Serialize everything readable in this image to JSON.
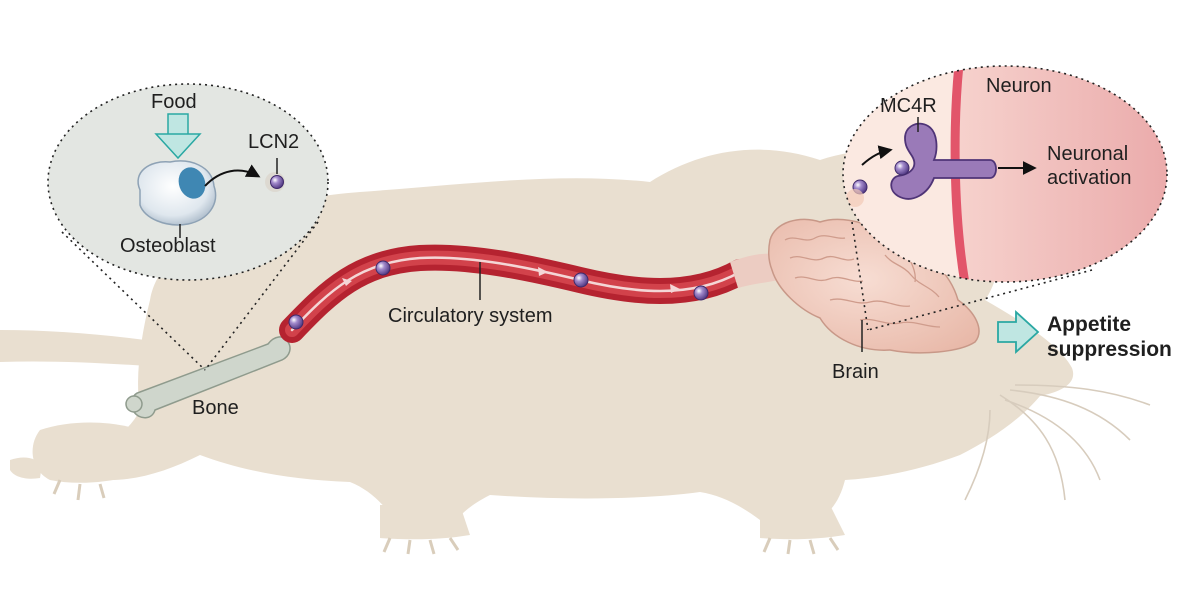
{
  "labels": {
    "food": "Food",
    "lcn2": "LCN2",
    "osteoblast": "Osteoblast",
    "bone": "Bone",
    "circulatory": "Circulatory system",
    "brain": "Brain",
    "mc4r": "MC4R",
    "neuron": "Neuron",
    "neuronal_activation": [
      "Neuronal",
      "activation"
    ],
    "appetite_suppression": [
      "Appetite",
      "suppression"
    ]
  },
  "colors": {
    "background": "#ffffff",
    "mouse": "#e9dfd0",
    "vessel": "#b52330",
    "vessel_highlight": "#f4d6d6",
    "molecule": "#7b5ea8",
    "receptor": "#9a7ab8",
    "teal_arrow": "#2aa8a3",
    "inset_fill": "#e3e6e2",
    "neuron_fill": "#f2c4c2",
    "membrane": "#e2556a",
    "bone": "#cfd6cc"
  },
  "icons": {
    "food_arrow": "teal-down-arrow-icon",
    "suppression_arrow": "teal-right-arrow-icon",
    "molecule": "lcn2-molecule-icon"
  }
}
